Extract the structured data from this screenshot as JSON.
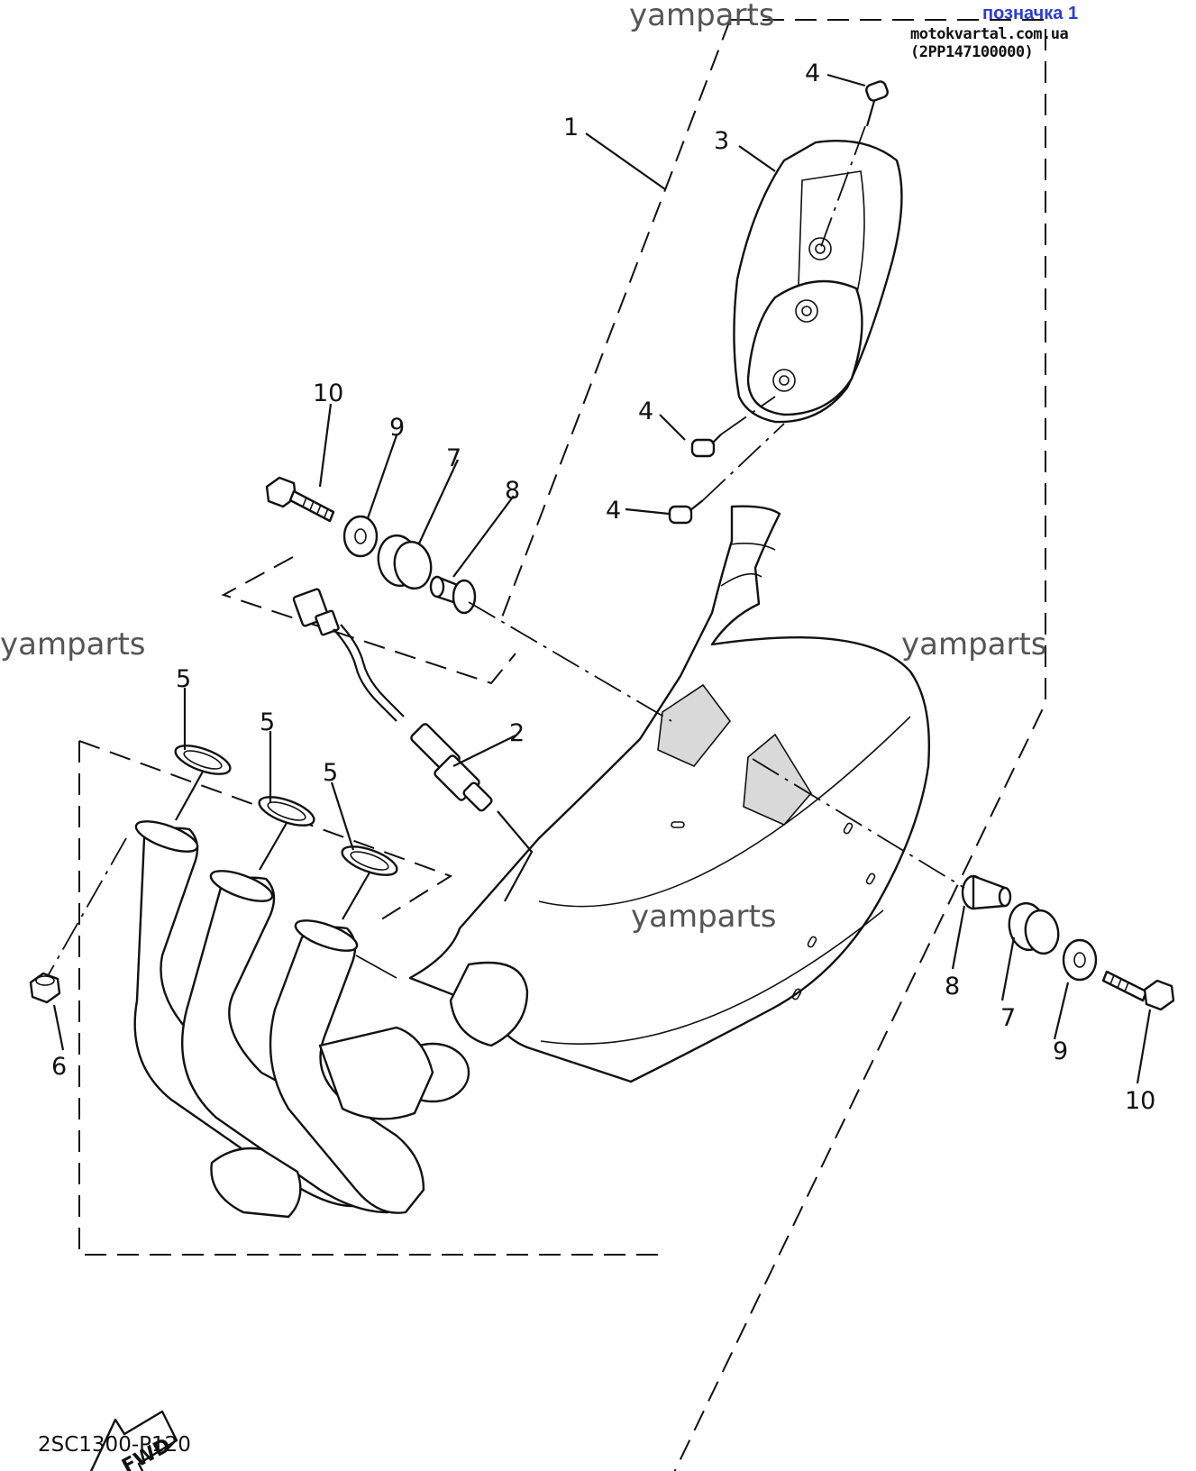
{
  "header": {
    "link_text": "позначка 1",
    "site_ref": "motokvartal.com.ua (2PP147100000)"
  },
  "watermarks": [
    "yamparts",
    "yamparts",
    "yamparts",
    "yamparts"
  ],
  "callouts": {
    "c1": "1",
    "c2": "2",
    "c3": "3",
    "c4a": "4",
    "c4b": "4",
    "c4c": "4",
    "c5a": "5",
    "c5b": "5",
    "c5c": "5",
    "c6": "6",
    "c7a": "7",
    "c7b": "7",
    "c8a": "8",
    "c8b": "8",
    "c9a": "9",
    "c9b": "9",
    "c10a": "10",
    "c10b": "10"
  },
  "fwd_label": "FWD",
  "diagram_code": "2SC1300-P120"
}
